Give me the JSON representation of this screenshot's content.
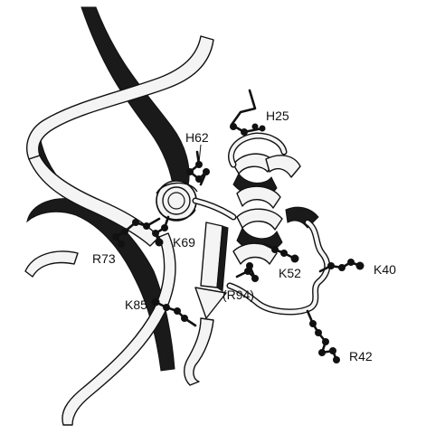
{
  "figure": {
    "labels": {
      "H25": "H25",
      "H62": "H62",
      "K69": "K69",
      "R73": "R73",
      "K40": "K40",
      "K52": "K52",
      "R94": "(R94)",
      "K85": "K85",
      "R42": "R42"
    }
  }
}
